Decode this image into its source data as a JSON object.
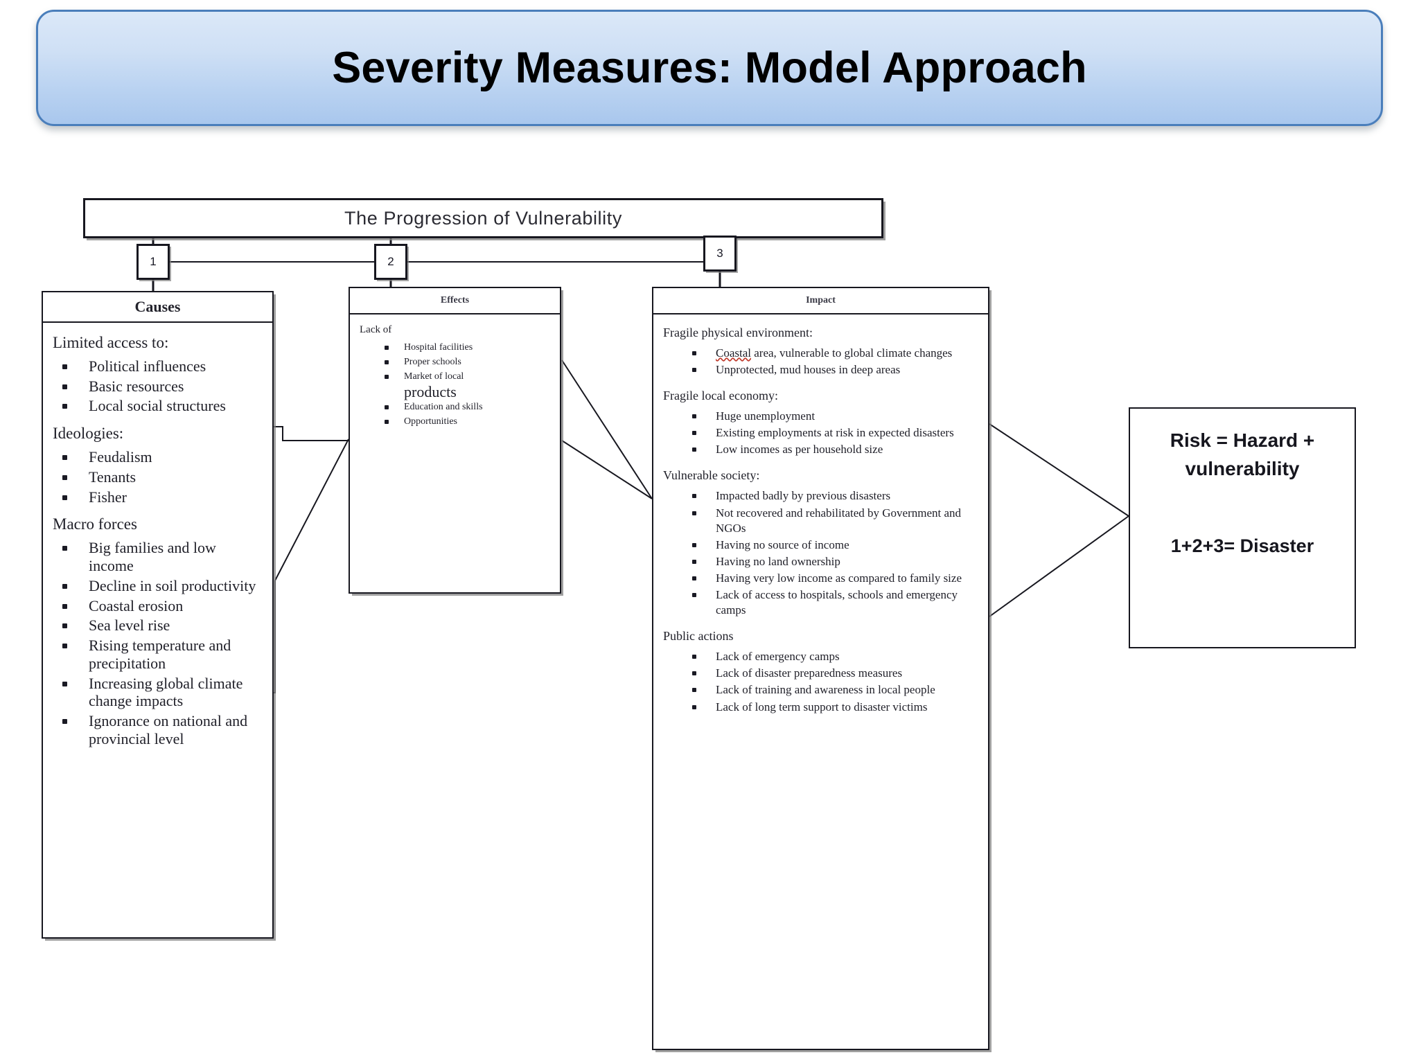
{
  "title": {
    "text": "Severity Measures: Model Approach"
  },
  "diagram": {
    "header_bar": "The Progression of Vulnerability",
    "step_numbers": [
      "1",
      "2",
      "3"
    ],
    "columns": [
      {
        "id": "causes",
        "header": "Causes",
        "sections": [
          {
            "heading": "Limited access to:",
            "items": [
              "Political influences",
              "Basic resources",
              "Local social structures"
            ]
          },
          {
            "heading": "Ideologies:",
            "items": [
              "Feudalism",
              "Tenants",
              "Fisher"
            ]
          },
          {
            "heading": "Macro forces",
            "items": [
              "Big families and low income",
              "Decline in soil productivity",
              "Coastal erosion",
              "Sea level rise",
              "Rising temperature and precipitation",
              "Increasing global climate change impacts",
              "Ignorance on national and provincial level"
            ]
          }
        ]
      },
      {
        "id": "effects",
        "header": "Effects",
        "sections": [
          {
            "heading": "Lack of",
            "items": [
              "Hospital facilities",
              "Proper schools",
              "Market of local products",
              "Education and skills",
              "Opportunities"
            ]
          }
        ]
      },
      {
        "id": "impact",
        "header": "Impact",
        "sections": [
          {
            "heading": "Fragile physical environment:",
            "items": [
              "Coastal area, vulnerable to global climate changes",
              "Unprotected, mud houses in deep areas"
            ]
          },
          {
            "heading": "Fragile local economy:",
            "items": [
              "Huge unemployment",
              "Existing employments at risk in expected disasters",
              "Low incomes as per household size"
            ]
          },
          {
            "heading": "Vulnerable society:",
            "items": [
              "Impacted badly by previous disasters",
              "Not recovered and rehabilitated by Government and NGOs",
              "Having no source of income",
              "Having no land ownership",
              "Having very low income as compared to family size",
              "Lack of access to hospitals, schools and emergency camps"
            ]
          },
          {
            "heading": "Public actions",
            "items": [
              "Lack of emergency camps",
              "Lack of disaster preparedness measures",
              "Lack of training and awareness in local people",
              "Lack of long term support to disaster victims"
            ]
          }
        ]
      }
    ],
    "result_box": {
      "equation": "Risk = Hazard + vulnerability",
      "formula": "1+2+3= Disaster"
    }
  },
  "colors": {
    "banner_border": "#4a7ebb",
    "banner_top": "#dbe8f8",
    "banner_bottom": "#a9c7ed",
    "box_border": "#17171f",
    "text": "#1f1f28",
    "spellcheck_underline": "#c0392b"
  }
}
